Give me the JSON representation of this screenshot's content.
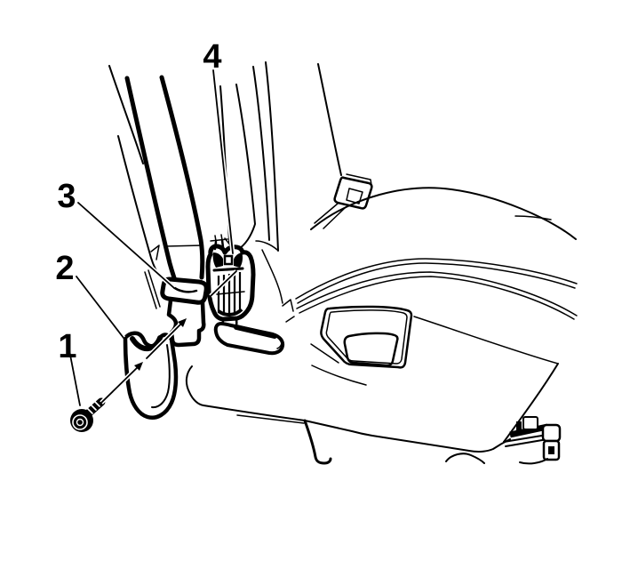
{
  "diagram": {
    "kind": "seat-belt-anchor-exploded-view",
    "background_color": "#ffffff",
    "line_color": "#000000"
  },
  "callouts": [
    {
      "number": "1",
      "part": "anchor-bolt"
    },
    {
      "number": "2",
      "part": "anchor-opening-cover"
    },
    {
      "number": "3",
      "part": "seat-belt-lower-anchor"
    },
    {
      "number": "4",
      "part": "buckle-pretensioner"
    }
  ]
}
